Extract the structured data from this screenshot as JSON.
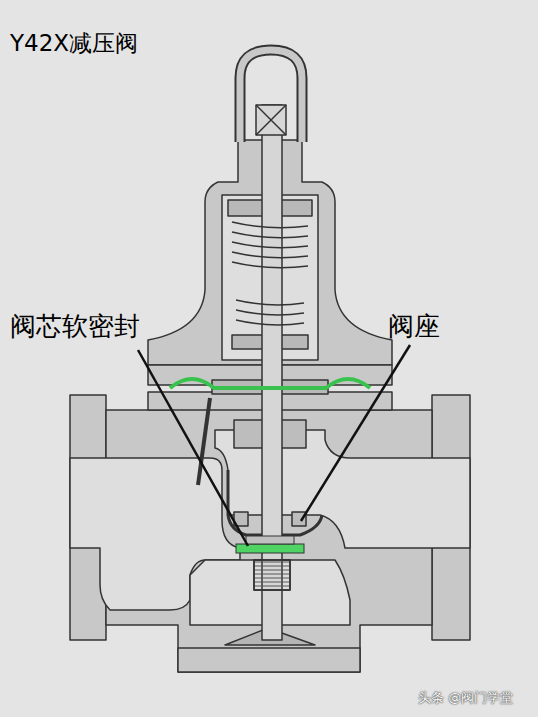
{
  "diagram": {
    "title": "Y42X减压阀",
    "labels": [
      "阀芯软密封",
      "阀座",
      "头条 @阀门学堂"
    ]
  }
}
